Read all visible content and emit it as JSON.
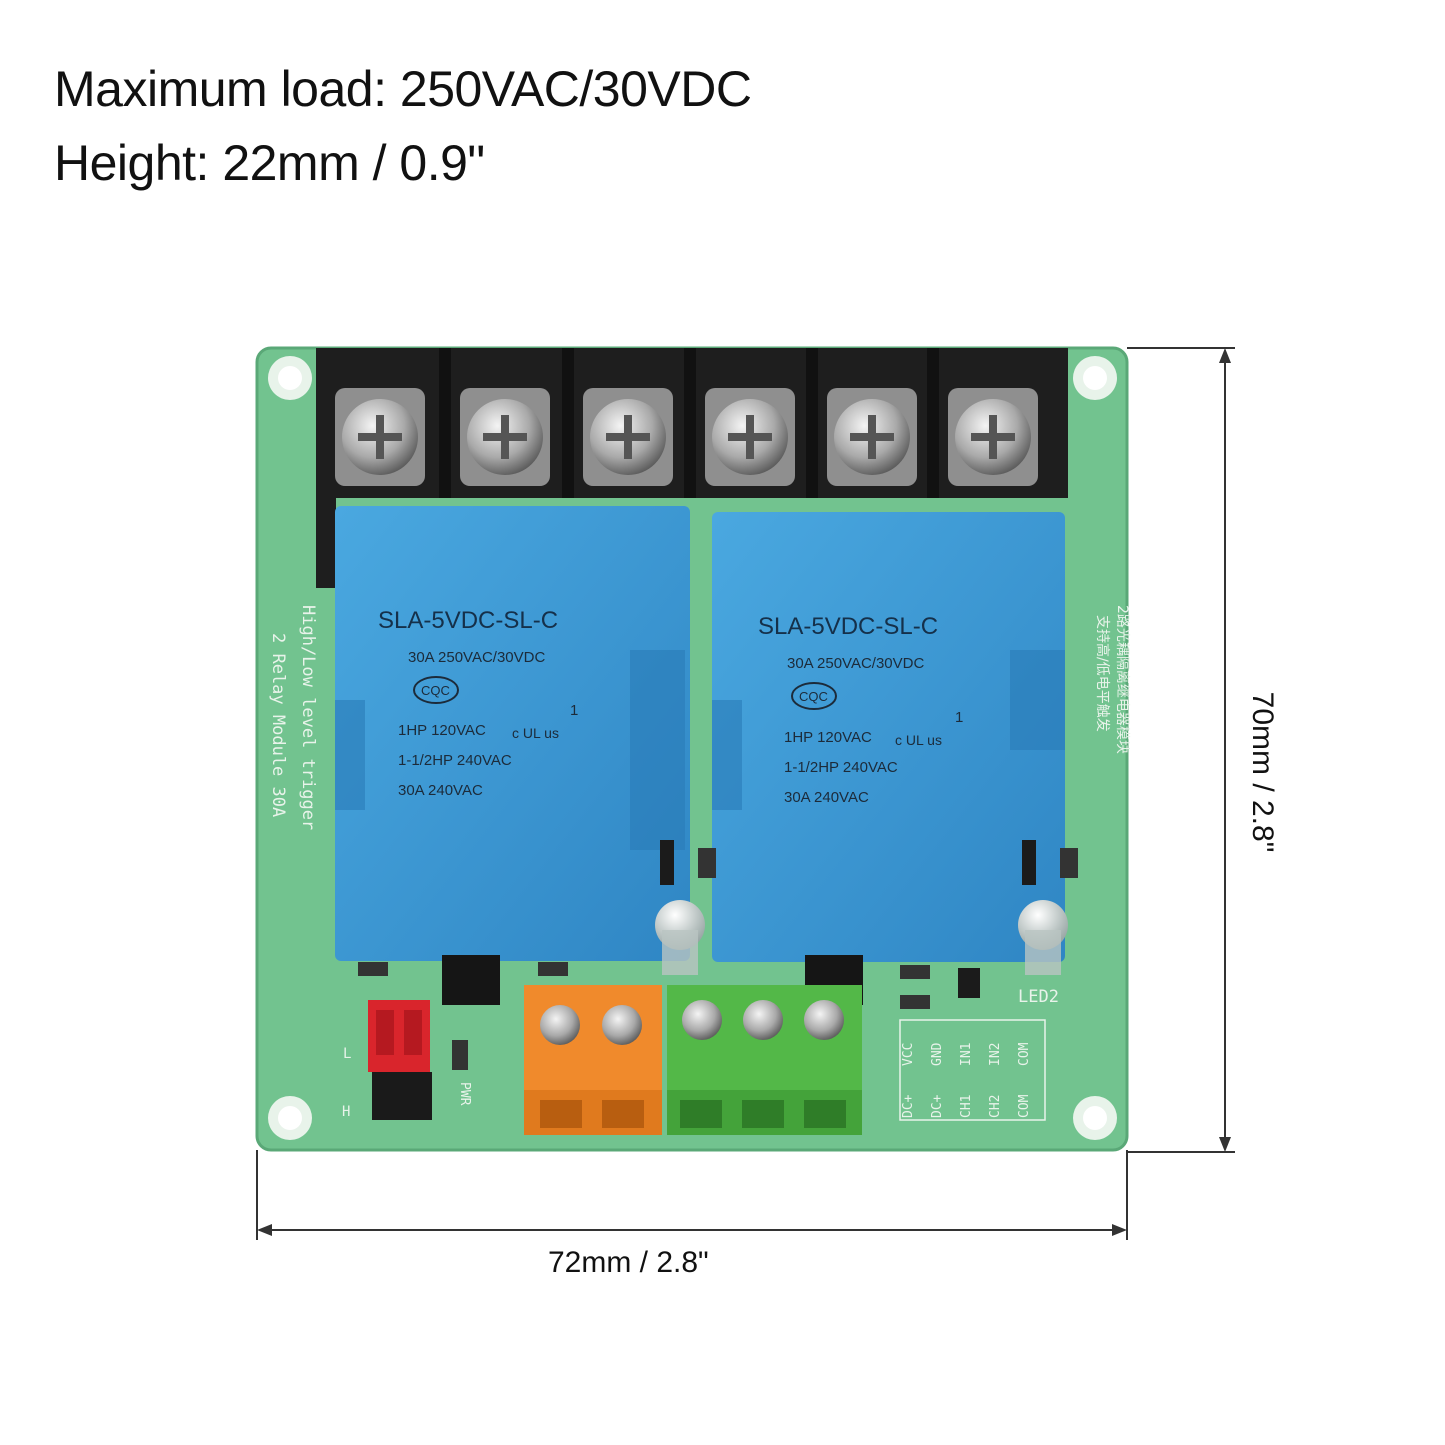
{
  "specs": {
    "max_load": "Maximum load: 250VAC/30VDC",
    "height": "Height: 22mm / 0.9\""
  },
  "dimensions": {
    "width": "72mm / 2.8\"",
    "height": "70mm / 2.8\""
  },
  "board": {
    "silkscreen_left": [
      "High/Low level trigger",
      "2 Relay Module 30A"
    ],
    "silkscreen_right": [
      "支持高/低电平触发",
      "2路光耦隔离继电器模块"
    ],
    "led2": "LED2",
    "pwr": "PWR",
    "jumper_l": "L",
    "jumper_h": "H",
    "pin_labels": [
      [
        "DC+",
        "VCC"
      ],
      [
        "DC+",
        "GND"
      ],
      [
        "CH1",
        "IN1"
      ],
      [
        "CH2",
        "IN2"
      ],
      [
        "COM",
        "COM"
      ]
    ],
    "colors": {
      "pcb": "#72c38f",
      "relay": "#3d9bd6",
      "terminal_black": "#1e1e1e",
      "terminal_orange": "#f08a2c",
      "terminal_green": "#53b848"
    }
  },
  "relays": [
    {
      "model": "SLA-5VDC-SL-C",
      "rating": "30A  250VAC/30VDC",
      "cert": "CQC",
      "hp1": "1HP 120VAC",
      "hp2": "1-1/2HP 240VAC",
      "amp": "30A 240VAC",
      "ul_mark": "c UL us",
      "ul_num": "1"
    },
    {
      "model": "SLA-5VDC-SL-C",
      "rating": "30A  250VAC/30VDC",
      "cert": "CQC",
      "hp1": "1HP 120VAC",
      "hp2": "1-1/2HP 240VAC",
      "amp": "30A 240VAC",
      "ul_mark": "c UL us",
      "ul_num": "1"
    }
  ]
}
